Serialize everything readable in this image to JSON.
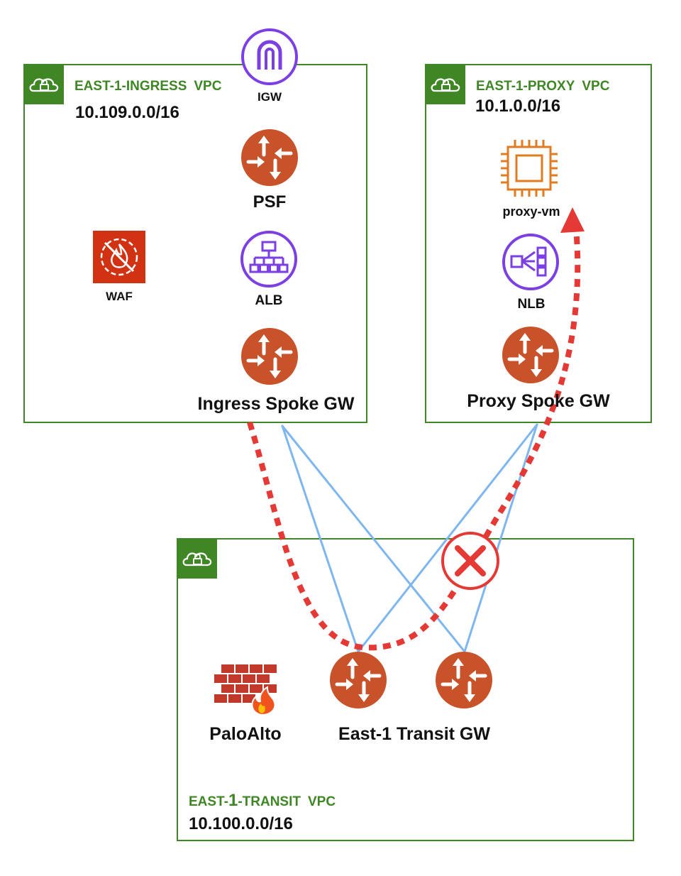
{
  "vpcs": {
    "ingress": {
      "name_main": "EAST-1-INGRESS",
      "name_suffix": "VPC",
      "cidr": "10.109.0.0/16"
    },
    "proxy": {
      "name_main": "EAST-1-PROXY",
      "name_suffix": "VPC",
      "cidr": "10.1.0.0/16"
    },
    "transit": {
      "name_pre": "EAST-",
      "name_num": "1",
      "name_main": "-TRANSIT",
      "name_suffix": "VPC",
      "cidr": "10.100.0.0/16"
    }
  },
  "nodes": {
    "igw": "IGW",
    "psf": "PSF",
    "alb": "ALB",
    "waf": "WAF",
    "ingress_gw": "Ingress Spoke GW",
    "proxy_vm": "proxy-vm",
    "nlb": "NLB",
    "proxy_gw": "Proxy Spoke GW",
    "paloalto": "PaloAlto",
    "transit_gw": "East-1 Transit GW"
  },
  "colors": {
    "vpc_green": "#3f8624",
    "router": "#c8532b",
    "purple": "#7b3fe4",
    "waf_red": "#d13212",
    "ec2_orange": "#e07b22",
    "link_blue": "#7eb6ef",
    "flow_red": "#e53935"
  },
  "icons": {
    "vpc": "cloud-lock-icon",
    "router": "router-icon",
    "igw": "internet-gateway-icon",
    "alb": "load-balancer-icon",
    "nlb": "network-load-balancer-icon",
    "waf": "waf-icon",
    "vm": "chip-icon",
    "firewall": "firewall-icon",
    "blocked": "x-circle-icon"
  }
}
